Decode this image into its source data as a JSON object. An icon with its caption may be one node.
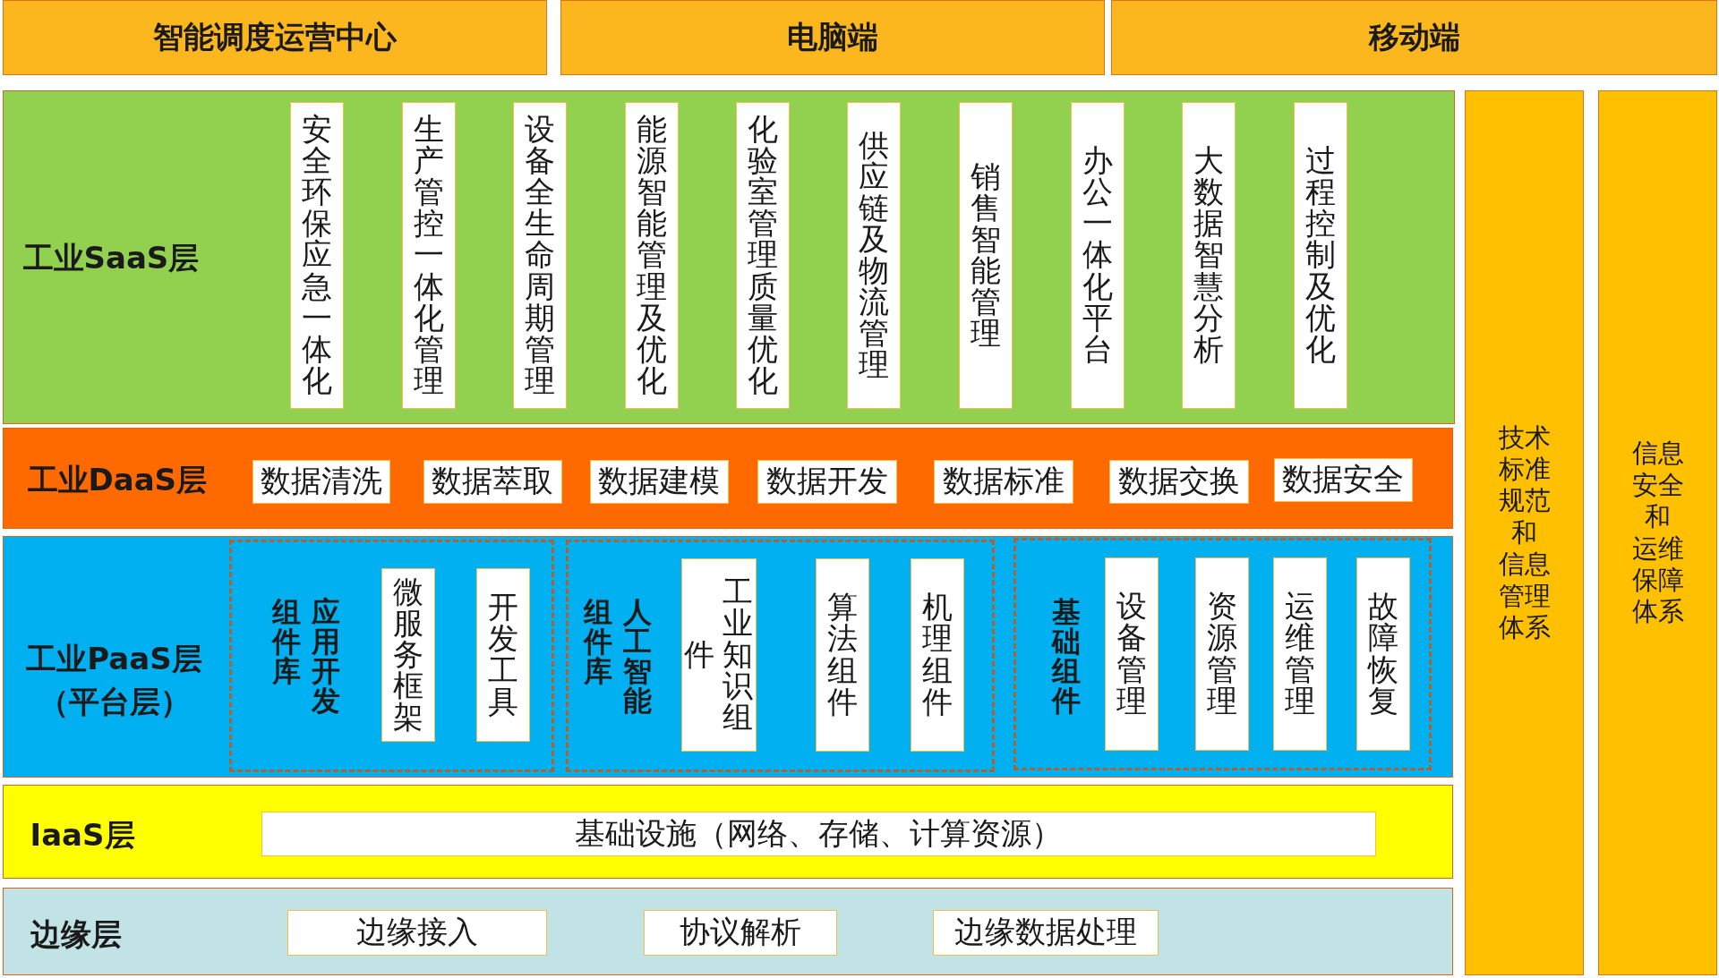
{
  "diagram": {
    "nodes": [
      {
        "text": [
          "智能调度运营中心"
        ]
      },
      {
        "text": [
          "电脑端"
        ]
      },
      {
        "text": [
          "移动端"
        ]
      },
      {
        "text": [
          "工业SaaS层"
        ]
      },
      {
        "text": [
          "安全环保应急一体化"
        ],
        "in": 3
      },
      {
        "text": [
          "生产管控一体化管理"
        ],
        "in": 3
      },
      {
        "text": [
          "设备全生命周期管理"
        ],
        "in": 3
      },
      {
        "text": [
          "能源智能管理及优化"
        ],
        "in": 3
      },
      {
        "text": [
          "化验室管理质量优化"
        ],
        "in": 3
      },
      {
        "text": [
          "供应链及物流管理"
        ],
        "in": 3
      },
      {
        "text": [
          "销售智能管理"
        ],
        "in": 3
      },
      {
        "text": [
          "办公一体化平台"
        ],
        "in": 3
      },
      {
        "text": [
          "大数据智慧分析"
        ],
        "in": 3
      },
      {
        "text": [
          "过程控制及优化"
        ],
        "in": 3
      },
      {
        "text": [
          "工业DaaS层"
        ]
      },
      {
        "text": [
          "数据清洗"
        ],
        "in": 14
      },
      {
        "text": [
          "数据萃取"
        ],
        "in": 14
      },
      {
        "text": [
          "数据建模"
        ],
        "in": 14
      },
      {
        "text": [
          "数据开发"
        ],
        "in": 14
      },
      {
        "text": [
          "数据标准"
        ],
        "in": 14
      },
      {
        "text": [
          "数据交换"
        ],
        "in": 14
      },
      {
        "text": [
          "数据安全"
        ],
        "in": 14
      },
      {
        "text": [
          "工业PaaS层（平台层）"
        ]
      },
      {
        "text": [
          "应用开发组件库"
        ],
        "in": 22
      },
      {
        "text": [
          "微服务框架"
        ],
        "in": 23
      },
      {
        "text": [
          "开发工具"
        ],
        "in": 23
      },
      {
        "text": [
          "人工智能组件库"
        ],
        "in": 22
      },
      {
        "text": [
          "工业知识组件"
        ],
        "in": 26
      },
      {
        "text": [
          "算法组件"
        ],
        "in": 26
      },
      {
        "text": [
          "机理组件"
        ],
        "in": 26
      },
      {
        "text": [
          "基础组件"
        ],
        "in": 22
      },
      {
        "text": [
          "设备管理"
        ],
        "in": 30
      },
      {
        "text": [
          "资源管理"
        ],
        "in": 30
      },
      {
        "text": [
          "运维管理"
        ],
        "in": 30
      },
      {
        "text": [
          "故障恢复"
        ],
        "in": 30
      },
      {
        "text": [
          "IaaS层"
        ]
      },
      {
        "text": [
          "基础设施（网络、存储、计算资源）"
        ],
        "in": 35
      },
      {
        "text": [
          "边缘层"
        ]
      },
      {
        "text": [
          "边缘接入"
        ],
        "in": 37
      },
      {
        "text": [
          "协议解析"
        ],
        "in": 37
      },
      {
        "text": [
          "边缘数据处理"
        ],
        "in": 37
      },
      {
        "text": [
          "技术标准规范和信息管理体系"
        ]
      },
      {
        "text": [
          "信息安全和运维保障体系"
        ]
      }
    ]
  }
}
